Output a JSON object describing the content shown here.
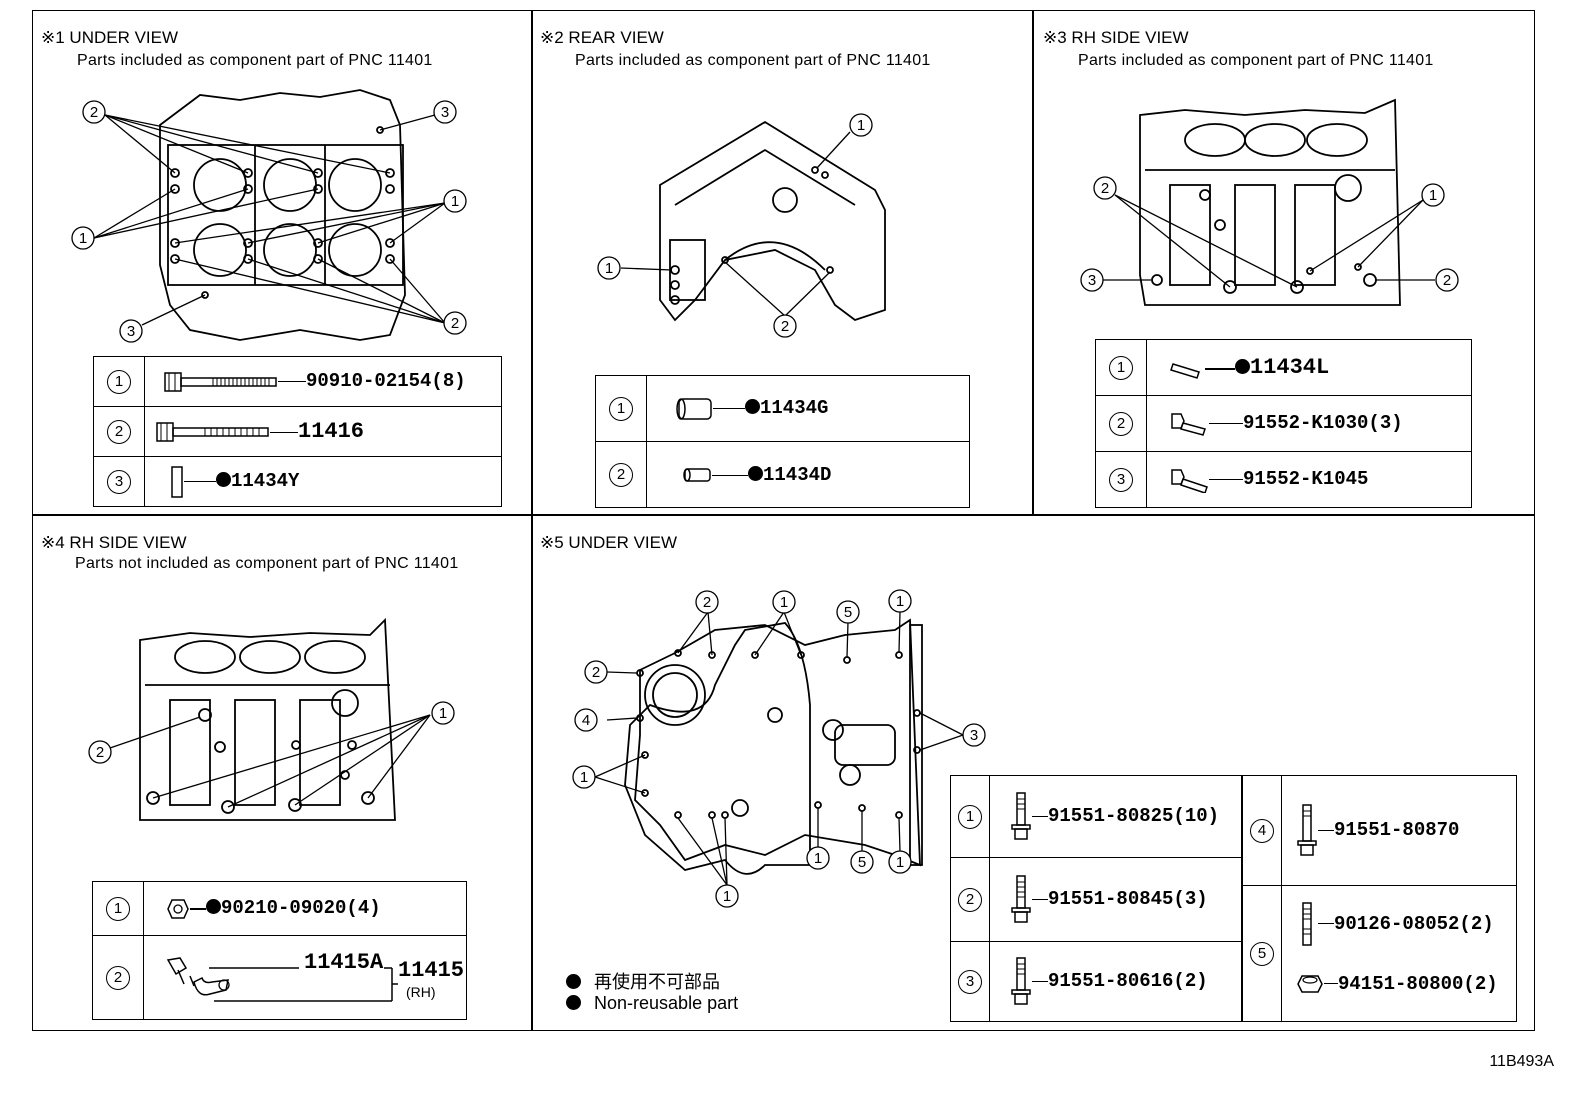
{
  "panels": {
    "p1": {
      "title": "※1 UNDER VIEW",
      "subtitle": "Parts included as component part of PNC 11401"
    },
    "p2": {
      "title": "※2 REAR VIEW",
      "subtitle": "Parts included as component part of PNC 11401"
    },
    "p3": {
      "title": "※3 RH SIDE VIEW",
      "subtitle": "Parts included as component part of PNC 11401"
    },
    "p4": {
      "title": "※4 RH SIDE VIEW",
      "subtitle": "Parts not included as component part of PNC 11401"
    },
    "p5": {
      "title": "※5 UNDER VIEW"
    }
  },
  "tables": {
    "t1": [
      {
        "num": "1",
        "part": "90910-02154(8)",
        "non_reusable": false
      },
      {
        "num": "2",
        "part": "11416",
        "non_reusable": false
      },
      {
        "num": "3",
        "part": "11434Y",
        "non_reusable": true
      }
    ],
    "t2": [
      {
        "num": "1",
        "part": "11434G",
        "non_reusable": true
      },
      {
        "num": "2",
        "part": "11434D",
        "non_reusable": true
      }
    ],
    "t3": [
      {
        "num": "1",
        "part": "11434L",
        "non_reusable": true
      },
      {
        "num": "2",
        "part": "91552-K1030(3)",
        "non_reusable": false
      },
      {
        "num": "3",
        "part": "91552-K1045",
        "non_reusable": false
      }
    ],
    "t4": [
      {
        "num": "1",
        "part": "90210-09020(4)",
        "non_reusable": true
      },
      {
        "num": "2",
        "part_a": "11415A",
        "part_b": "11415",
        "part_b_note": "(RH)"
      }
    ],
    "t5": [
      {
        "num": "1",
        "part": "91551-80825(10)"
      },
      {
        "num": "2",
        "part": "91551-80845(3)"
      },
      {
        "num": "3",
        "part": "91551-80616(2)"
      },
      {
        "num": "4",
        "part": "91551-80870"
      },
      {
        "num": "5",
        "part_a": "90126-08052(2)",
        "part_b": "94151-80800(2)"
      }
    ]
  },
  "callouts": {
    "c1": "1",
    "c2": "2",
    "c3": "3",
    "c4": "4",
    "c5": "5"
  },
  "legend": {
    "jp": "再使用不可部品",
    "en": "Non-reusable part"
  },
  "figure_code": "11B493A"
}
